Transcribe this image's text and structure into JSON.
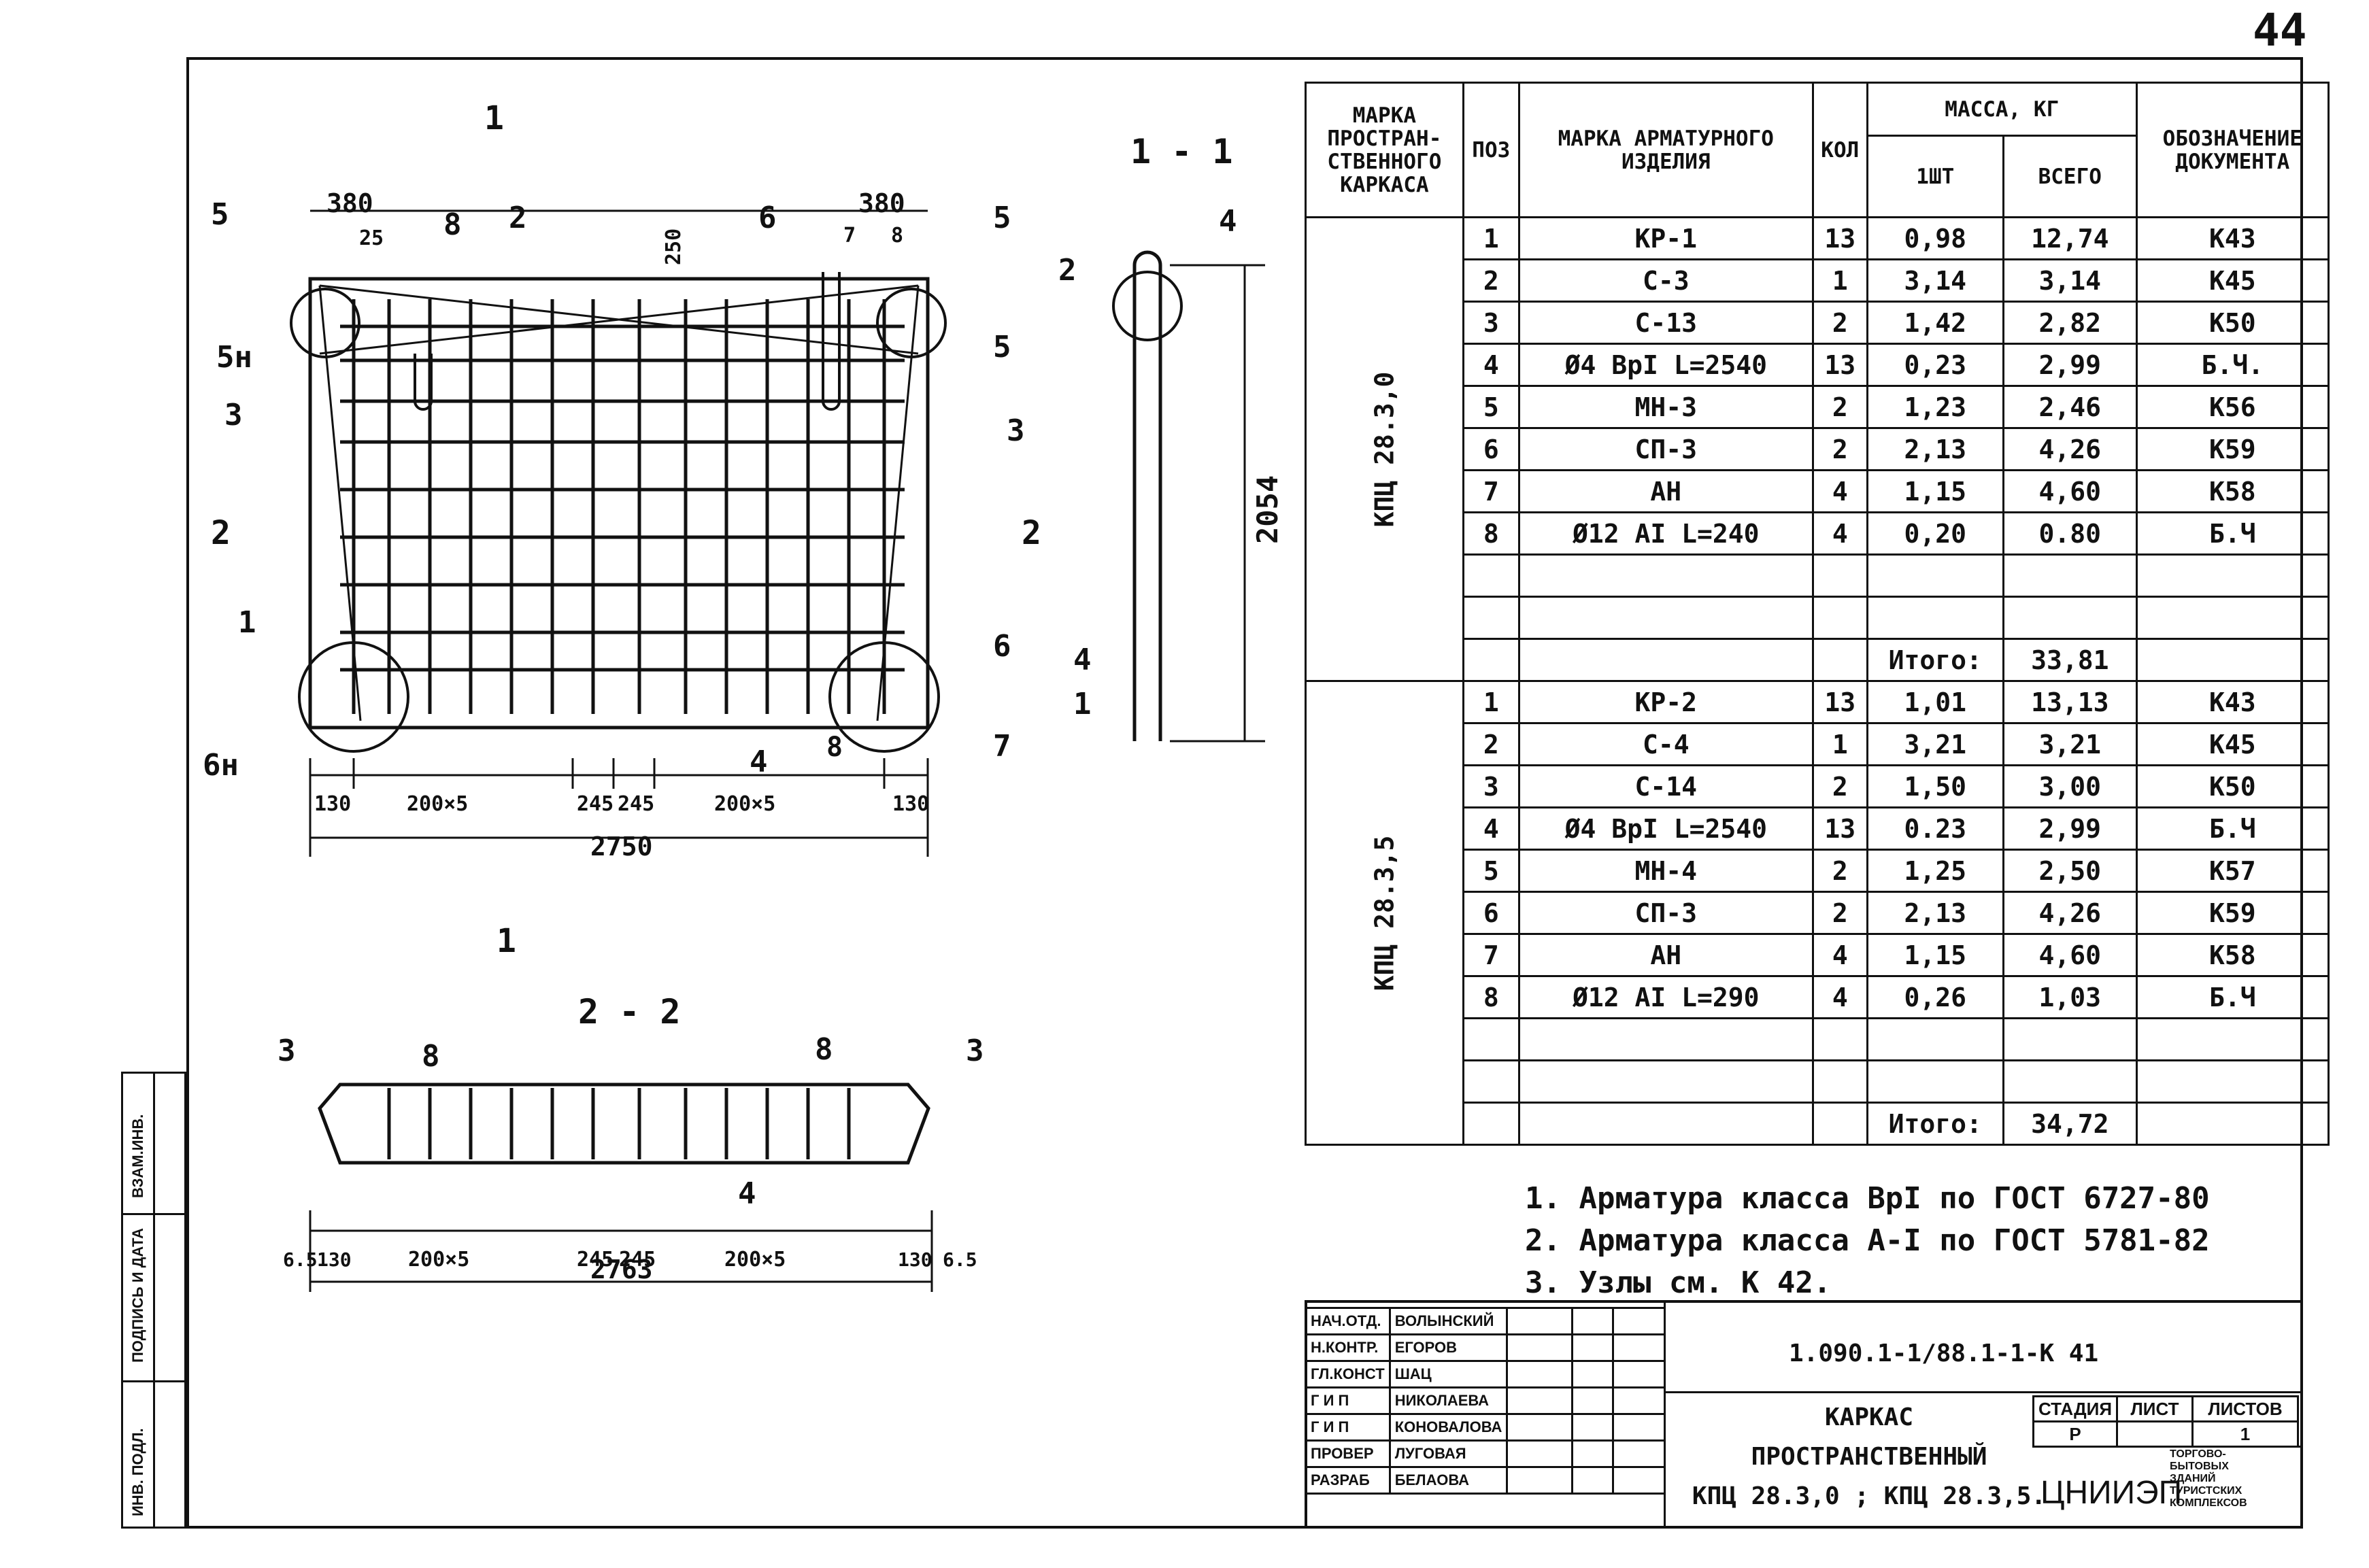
{
  "sheet_number": "44",
  "drawing": {
    "plan": {
      "cut_mark": "1",
      "section_mark": "2",
      "dims_top": [
        "380",
        "25",
        "250",
        "380",
        "7",
        "8"
      ],
      "dims_bottom": [
        "130",
        "200×5",
        "245",
        "245",
        "200×5",
        "130"
      ],
      "overall_width": "2750",
      "callouts": [
        "5",
        "8",
        "2",
        "6",
        "5",
        "5н",
        "5",
        "3",
        "3",
        "2",
        "2",
        "1",
        "6",
        "6н",
        "4",
        "8",
        "7"
      ]
    },
    "section_1": {
      "title": "1 - 1",
      "height_dim": "2054",
      "callouts": [
        "2",
        "4",
        "4",
        "1"
      ]
    },
    "section_2": {
      "title": "2 - 2",
      "dims": [
        "6.5",
        "130",
        "200×5",
        "245",
        "245",
        "200×5",
        "130",
        "6.5"
      ],
      "overall_width": "2763",
      "callouts": [
        "3",
        "8",
        "8",
        "3",
        "4"
      ]
    }
  },
  "spec_table": {
    "headers": {
      "frame_mark": "МАРКА ПРОСТРАН- СТВЕННОГО КАРКАСА",
      "pos": "ПОЗ",
      "item_mark": "МАРКА АРМАТУРНОГО ИЗДЕЛИЯ",
      "qty": "КОЛ",
      "mass": "МАССА, КГ",
      "mass_unit": "1ШТ",
      "mass_total": "ВСЕГО",
      "doc": "ОБОЗНАЧЕНИЕ ДОКУМЕНТА"
    },
    "groups": [
      {
        "name": "КПЦ 28.3,0",
        "rows": [
          {
            "pos": "1",
            "mark": "КР-1",
            "qty": "13",
            "unit": "0,98",
            "total": "12,74",
            "doc": "К43"
          },
          {
            "pos": "2",
            "mark": "С-3",
            "qty": "1",
            "unit": "3,14",
            "total": "3,14",
            "doc": "К45"
          },
          {
            "pos": "3",
            "mark": "С-13",
            "qty": "2",
            "unit": "1,42",
            "total": "2,82",
            "doc": "К50"
          },
          {
            "pos": "4",
            "mark": "Ø4 ВрI L=2540",
            "qty": "13",
            "unit": "0,23",
            "total": "2,99",
            "doc": "Б.Ч."
          },
          {
            "pos": "5",
            "mark": "МН-3",
            "qty": "2",
            "unit": "1,23",
            "total": "2,46",
            "doc": "К56"
          },
          {
            "pos": "6",
            "mark": "СП-3",
            "qty": "2",
            "unit": "2,13",
            "total": "4,26",
            "doc": "К59"
          },
          {
            "pos": "7",
            "mark": "АН",
            "qty": "4",
            "unit": "1,15",
            "total": "4,60",
            "doc": "К58"
          },
          {
            "pos": "8",
            "mark": "Ø12 АI L=240",
            "qty": "4",
            "unit": "0,20",
            "total": "0.80",
            "doc": "Б.Ч"
          }
        ],
        "total_label": "Итого:",
        "total": "33,81"
      },
      {
        "name": "КПЦ 28.3,5",
        "rows": [
          {
            "pos": "1",
            "mark": "КР-2",
            "qty": "13",
            "unit": "1,01",
            "total": "13,13",
            "doc": "К43"
          },
          {
            "pos": "2",
            "mark": "С-4",
            "qty": "1",
            "unit": "3,21",
            "total": "3,21",
            "doc": "К45"
          },
          {
            "pos": "3",
            "mark": "С-14",
            "qty": "2",
            "unit": "1,50",
            "total": "3,00",
            "doc": "К50"
          },
          {
            "pos": "4",
            "mark": "Ø4 ВрI L=2540",
            "qty": "13",
            "unit": "0.23",
            "total": "2,99",
            "doc": "Б.Ч"
          },
          {
            "pos": "5",
            "mark": "МН-4",
            "qty": "2",
            "unit": "1,25",
            "total": "2,50",
            "doc": "К57"
          },
          {
            "pos": "6",
            "mark": "СП-3",
            "qty": "2",
            "unit": "2,13",
            "total": "4,26",
            "doc": "К59"
          },
          {
            "pos": "7",
            "mark": "АН",
            "qty": "4",
            "unit": "1,15",
            "total": "4,60",
            "doc": "К58"
          },
          {
            "pos": "8",
            "mark": "Ø12 АI L=290",
            "qty": "4",
            "unit": "0,26",
            "total": "1,03",
            "doc": "Б.Ч"
          }
        ],
        "total_label": "Итого:",
        "total": "34,72"
      }
    ]
  },
  "notes": [
    "1. Арматура класса ВрI по ГОСТ 6727-80",
    "2. Арматура класса А-I по ГОСТ 5781-82",
    "3. Узлы см. К 42."
  ],
  "title_block": {
    "signatures": [
      {
        "role": "НАЧ.ОТД.",
        "name": "ВОЛЫНСКИЙ"
      },
      {
        "role": "Н.КОНТР.",
        "name": "ЕГОРОВ"
      },
      {
        "role": "ГЛ.КОНСТ",
        "name": "ШАЦ"
      },
      {
        "role": "Г И П",
        "name": "НИКОЛАЕВА"
      },
      {
        "role": "Г И П",
        "name": "КОНОВАЛОВА"
      },
      {
        "role": "ПРОВЕР",
        "name": "ЛУГОВАЯ"
      },
      {
        "role": "РАЗРАБ",
        "name": "БЕЛАОВА"
      }
    ],
    "designation": "1.090.1-1/88.1-1-К 41",
    "title_lines": [
      "КАРКАС",
      "ПРОСТРАНСТВЕННЫЙ",
      "КПЦ 28.3,0 ; КПЦ 28.3,5."
    ],
    "stage_label": "СТАДИЯ",
    "sheet_label": "ЛИСТ",
    "sheets_label": "ЛИСТОВ",
    "stage": "Р",
    "sheet": "",
    "sheets": "1",
    "org": "ЦНИИЭП",
    "org_sub": [
      "ТОРГОВО-",
      "БЫТОВЫХ",
      "ЗДАНИЙ",
      "ТУРИСТСКИХ",
      "КОМПЛЕКСОВ"
    ]
  },
  "side_strip": [
    "ВЗАМ.ИНВ.",
    "ПОДПИСЬ И ДАТА",
    "ИНВ. ПОДЛ."
  ]
}
